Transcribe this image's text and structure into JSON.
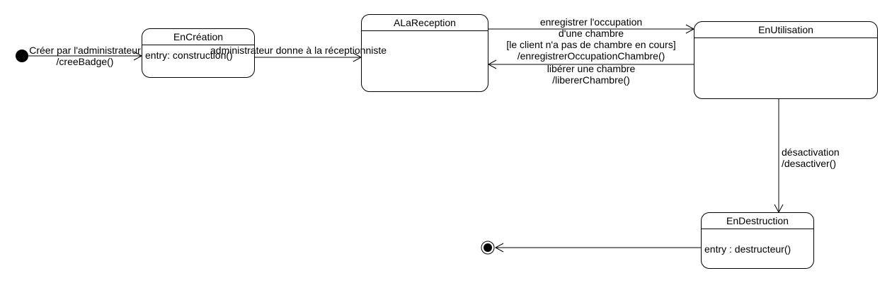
{
  "states": {
    "en_creation": {
      "name": "EnCréation",
      "entry": "entry: construction()"
    },
    "a_la_reception": {
      "name": "ALaReception"
    },
    "en_utilisation": {
      "name": "EnUtilisation"
    },
    "en_destruction": {
      "name": "EnDestruction",
      "entry": "entry : destructeur()"
    }
  },
  "transitions": {
    "initial_to_creation": {
      "line1": "Créer par l'administrateur",
      "line2": "/creeBadge()"
    },
    "creation_to_reception": {
      "line1": "administrateur donne à la réceptionniste"
    },
    "reception_to_utilisation": {
      "line1": "enregistrer l'occupation",
      "line2": "d'une chambre",
      "line3": "[le client n'a pas de chambre en cours]",
      "line4": "/enregistrerOccupationChambre()"
    },
    "utilisation_to_reception": {
      "line1": "libérer une chambre",
      "line2": "/libererChambre()"
    },
    "utilisation_to_destruction": {
      "line1": "désactivation",
      "line2": "/desactiver()"
    }
  }
}
